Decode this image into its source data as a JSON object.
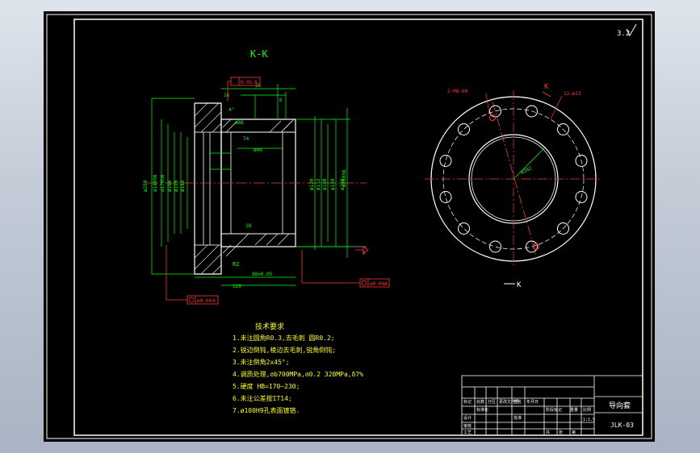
{
  "section_label": "K-K",
  "section_mark_top": "K",
  "section_mark_bottom": "K",
  "roughness_symbol": "3.2",
  "gdt": {
    "top_tolerance": "0.05",
    "top_datum": "A",
    "perp_tolerance": "ø0.04",
    "perp_datum": "A",
    "bottom_tolerance": "ø0.04",
    "bottom_datum": "A",
    "datum_right": "A"
  },
  "dims": {
    "fillet": "R2",
    "fillet2": "R0.2",
    "hole_callout_left": "2-M8-6H",
    "hole_callout_right": "12-ø13",
    "bolt_circle": "ø202"
  },
  "notes": {
    "title": "技术要求",
    "lines": [
      "1.未注圆角R0.3,去毛刺 圆R0.2;",
      "2.锐边倒钝,棱边去毛刺,锐角倒钝;",
      "3.未注倒角2x45°;",
      "4.调质处理,σb700MPa,σ0.2 320MPa,δ7%",
      "5.硬度 HB=170~230;",
      "6.未注公差按IT14;",
      "7.ø100H9孔表面镀铬."
    ]
  },
  "title_block": {
    "part_name": "导向套",
    "drawing_no": "JLK-03",
    "scale": "1:1.5",
    "labels": [
      "标记",
      "处数",
      "分区",
      "更改文件号",
      "签名",
      "年月日",
      "设计",
      "标准化",
      "审核",
      "工艺",
      "批准",
      "阶段标记",
      "重量",
      "比例",
      "共",
      "张",
      "第"
    ]
  },
  "colors": {
    "frame": "#ffffff",
    "geometry": "#ffffff",
    "dimension": "#00ff00",
    "annotation": "#ff3333",
    "notes": "#ffff00",
    "center_line": "#ff3333"
  }
}
